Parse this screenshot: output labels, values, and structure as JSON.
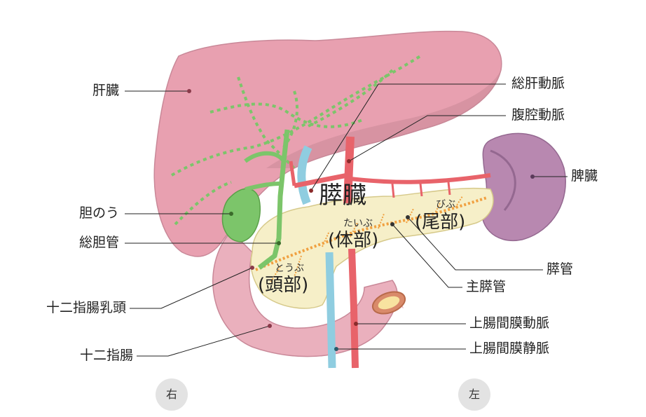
{
  "labels_left": {
    "liver": "肝臓",
    "gallbladder": "胆のう",
    "common_bile_duct": "総胆管",
    "duodenal_papilla": "十二指腸乳頭",
    "duodenum": "十二指腸"
  },
  "labels_right": {
    "common_hepatic_artery": "総肝動脈",
    "celiac_artery": "腹腔動脈",
    "spleen": "脾臓",
    "pancreatic_duct": "膵管",
    "main_pancreatic_duct": "主膵管",
    "superior_mesenteric_artery": "上腸間膜動脈",
    "superior_mesenteric_vein": "上腸間膜静脈"
  },
  "pancreas": {
    "title": "膵臓",
    "body": "(体部)",
    "body_reading": "たいぶ",
    "tail": "(尾部)",
    "tail_reading": "びぶ",
    "head": "(頭部)",
    "head_reading": "とうぶ"
  },
  "orientation": {
    "right": "右",
    "left": "左"
  },
  "colors": {
    "liver": "#e8a0b0",
    "liver_shadow": "#c98898",
    "bile_duct": "#7cc56a",
    "pancreas": "#f6efc8",
    "pancreatic_duct": "#f0a040",
    "artery": "#e8636a",
    "vein": "#8fcde0",
    "spleen": "#b888b0",
    "duodenum": "#eab0bd"
  }
}
